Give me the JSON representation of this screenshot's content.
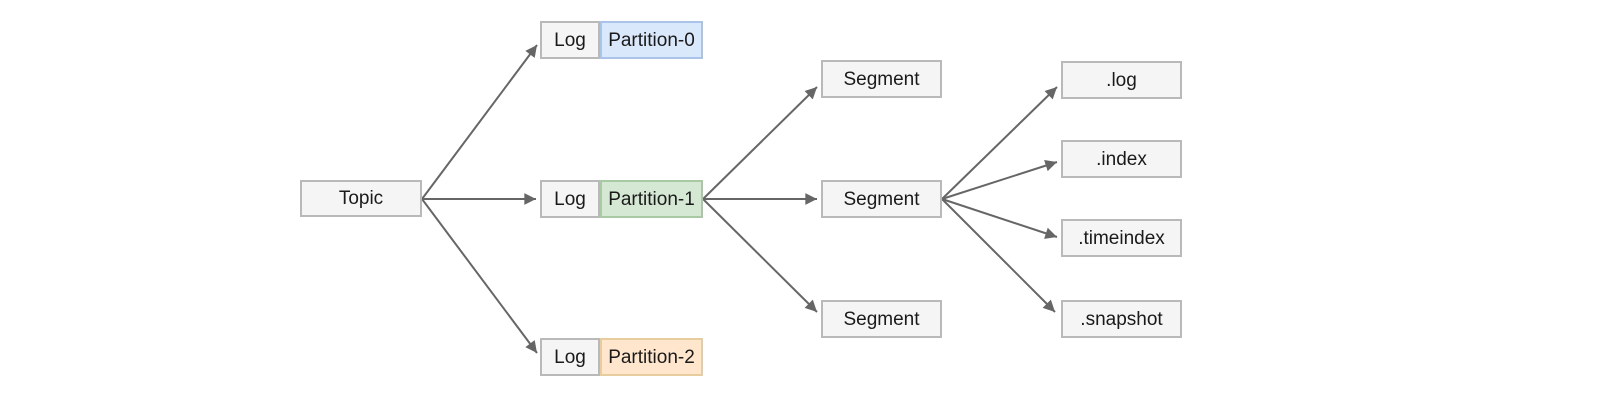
{
  "diagram": {
    "description": "Topic to partition logs to segments to segment files tree diagram",
    "nodes": {
      "topic": {
        "label": "Topic"
      },
      "partitions": [
        {
          "log_label": "Log",
          "label": "Partition-0",
          "fill": "#dae8fc",
          "border": "#a9c4e8"
        },
        {
          "log_label": "Log",
          "label": "Partition-1",
          "fill": "#d5e8d4",
          "border": "#a9c8a4"
        },
        {
          "log_label": "Log",
          "label": "Partition-2",
          "fill": "#ffe6cc",
          "border": "#e7cd9d"
        }
      ],
      "segments": [
        {
          "label": "Segment"
        },
        {
          "label": "Segment"
        },
        {
          "label": "Segment"
        }
      ],
      "files": [
        {
          "label": ".log"
        },
        {
          "label": ".index"
        },
        {
          "label": ".timeindex"
        },
        {
          "label": ".snapshot"
        }
      ]
    },
    "edges": [
      {
        "from": "Topic",
        "to": "Log Partition-0"
      },
      {
        "from": "Topic",
        "to": "Log Partition-1"
      },
      {
        "from": "Topic",
        "to": "Log Partition-2"
      },
      {
        "from": "Partition-1",
        "to": "Segment (top)"
      },
      {
        "from": "Partition-1",
        "to": "Segment (middle)"
      },
      {
        "from": "Partition-1",
        "to": "Segment (bottom)"
      },
      {
        "from": "Segment (middle)",
        "to": ".log"
      },
      {
        "from": "Segment (middle)",
        "to": ".index"
      },
      {
        "from": "Segment (middle)",
        "to": ".timeindex"
      },
      {
        "from": "Segment (middle)",
        "to": ".snapshot"
      }
    ]
  },
  "colors": {
    "background": "#ffffff",
    "box_fill": "#f5f5f5",
    "box_border": "#b9b9b9",
    "arrow": "#666666",
    "text": "#1a1a1a"
  }
}
